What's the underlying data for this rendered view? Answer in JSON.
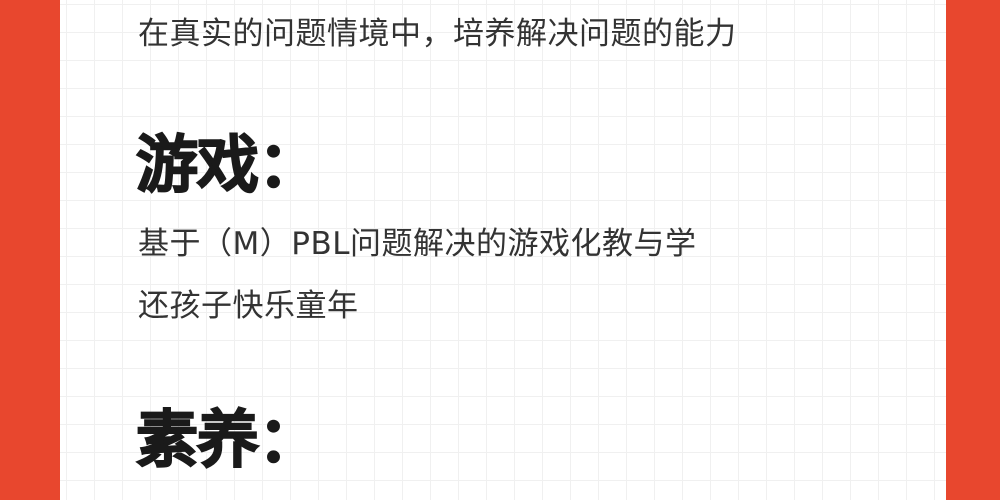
{
  "colors": {
    "border": "#e8472e",
    "paper": "#ffffff",
    "grid": "#f0f0f0",
    "text": "#333333",
    "heading": "#1a1a1a"
  },
  "content": {
    "line1": "在真实的问题情境中，培养解决问题的能力",
    "heading_game": "游戏：",
    "line2": "基于（M）PBL问题解决的游戏化教与学",
    "line3": "还孩子快乐童年",
    "heading_literacy": "素养："
  }
}
